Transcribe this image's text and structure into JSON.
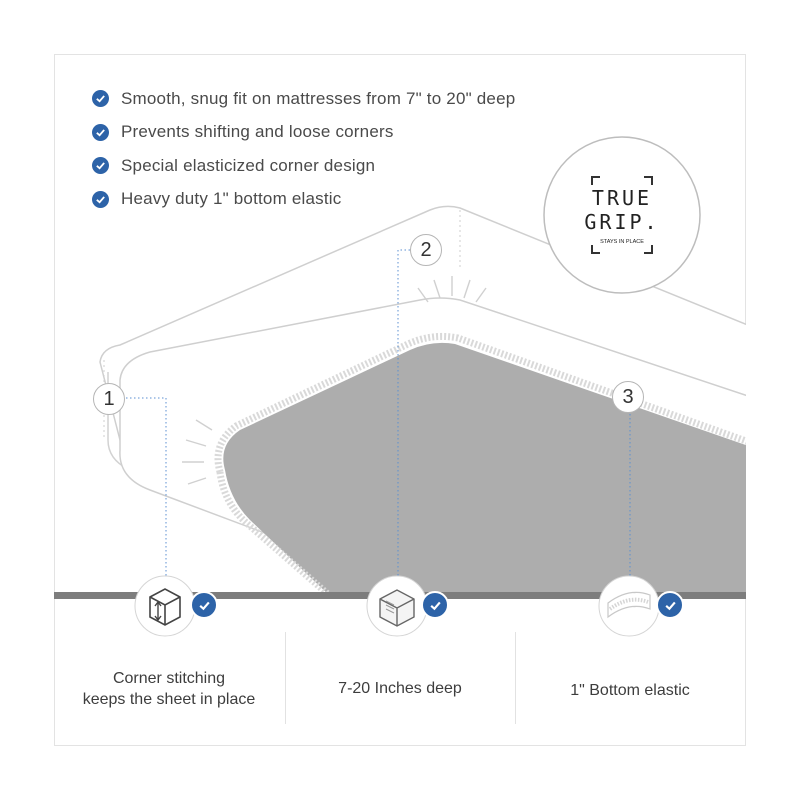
{
  "bullets": [
    {
      "text": "Smooth, snug fit on mattresses from 7\" to 20\" deep"
    },
    {
      "text": "Prevents shifting and loose corners"
    },
    {
      "text": "Special elasticized corner design"
    },
    {
      "text": "Heavy duty 1\" bottom elastic"
    }
  ],
  "badge": {
    "line1": "TRUE",
    "line2": "GRIP.",
    "tagline": "STAYS IN PLACE"
  },
  "callouts": [
    {
      "number": "1"
    },
    {
      "number": "2"
    },
    {
      "number": "3"
    }
  ],
  "features": [
    {
      "caption_line1": "Corner stitching",
      "caption_line2": "keeps the sheet in place"
    },
    {
      "caption_line1": "7-20 Inches deep",
      "caption_line2": ""
    },
    {
      "caption_line1": "1\" Bottom elastic",
      "caption_line2": ""
    }
  ],
  "colors": {
    "accent_blue": "#2d63a8",
    "sheet_gray": "#adadad",
    "base_line_gray": "#7d7d7d",
    "text_gray": "#4a4a4a"
  }
}
